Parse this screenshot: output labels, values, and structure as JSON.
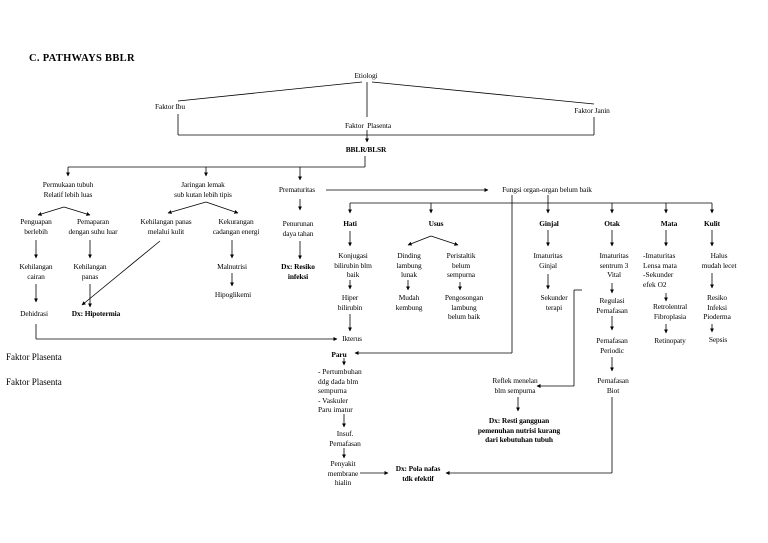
{
  "heading": "C.  PATHWAYS BBLR",
  "nodes": {
    "etiologi": "Etiologi",
    "faktor_ibu": "Faktor Ibu",
    "faktor_plasenta_center": "Faktor  Plasenta",
    "faktor_janin": "Faktor Janin",
    "bblr": "BBLR/BLSR",
    "permukaan": "Permukaan tubuh\nRelatif lebih luas",
    "jaringan": "Jaringan lemak\nsub kutan lebih tipis",
    "prematuritas": "Prematuritas",
    "fungsi": "Fungsi organ-organ belum baik",
    "penguapan": "Penguapan\nberlebih",
    "pemaparan": "Pemaparan\ndengan suhu luar",
    "kehilangan_panas_kulit": "Kehilangan panas\nmelalui kulit",
    "kekurangan_energi": "Kekurangan\ncadangan energi",
    "penurunan_daya": "Penurunan\ndaya tahan",
    "dx_resiko_infeksi": "Dx: Resiko\ninfeksi",
    "kehilangan_cairan": "Kehilangan\ncairan",
    "kehilangan_panas": "Kehilangan\npanas",
    "malnutrisi": "Malnutrisi",
    "hipoglikemi": "Hipoglikemi",
    "dehidrasi": "Dehidrasi",
    "dx_hipotermia": "Dx: Hipotermia",
    "hati": "Hati",
    "usus": "Usus",
    "ginjal": "Ginjal",
    "otak": "Otak",
    "mata": "Mata",
    "kulit": "Kulit",
    "konjugasi": "Konjugasi\nbilirubin blm\nbaik",
    "hiper_bilirubin": "Hiper\nbilirubin",
    "ikterus": "Ikterus",
    "dinding_lambung": "Dinding\nlambung\nlunak",
    "peristaltik": "Peristaltik\nbelum\nsempurna",
    "mudah_kembung": "Mudah\nkembung",
    "pengosongan": "Pengosongan\nlambung\nbelum baik",
    "imaturitas_ginjal": "Imaturitas\nGinjal",
    "sekunder_terapi": "Sekunder\nterapi",
    "imaturitas_sentrum": "Imaturitas\nsentrum 3\nVital",
    "regulasi": "Regulasi\nPernafasan",
    "pernafasan_periodic": "Pernafasan\nPeriodic",
    "pernafasan_biot": "Pernafasan\nBiot",
    "mata_list": "-Imaturitas\nLensa mata\n-Sekunder\nefek O2",
    "retrolentral": "Retrolentral\nFibroplasia",
    "retinopaty": "Retinopaty",
    "halus": "Halus\nmudah lecet",
    "resiko_infeksi": "Resiko\nInfeksi\nPioderma",
    "sepsis": "Sepsis",
    "paru": "Paru",
    "paru_list": "- Pertumbuhan\nddg dada blm\nsempurna\n- Vaskuler\nParu imatur",
    "insuf": "Insuf.\nPernafasan",
    "penyakit": "Penyakit\nmembrane\nhialin",
    "dx_pola_nafas": "Dx: Pola nafas\ntdk efektif",
    "reflek": "Reflek menelan\nblm sempurna",
    "dx_resti": "Dx: Resti gangguan\npemenuhan nutrisi kurang\ndari kebutuhan tubuh"
  },
  "side_labels": [
    "Faktor Plasenta",
    "Faktor Plasenta"
  ]
}
